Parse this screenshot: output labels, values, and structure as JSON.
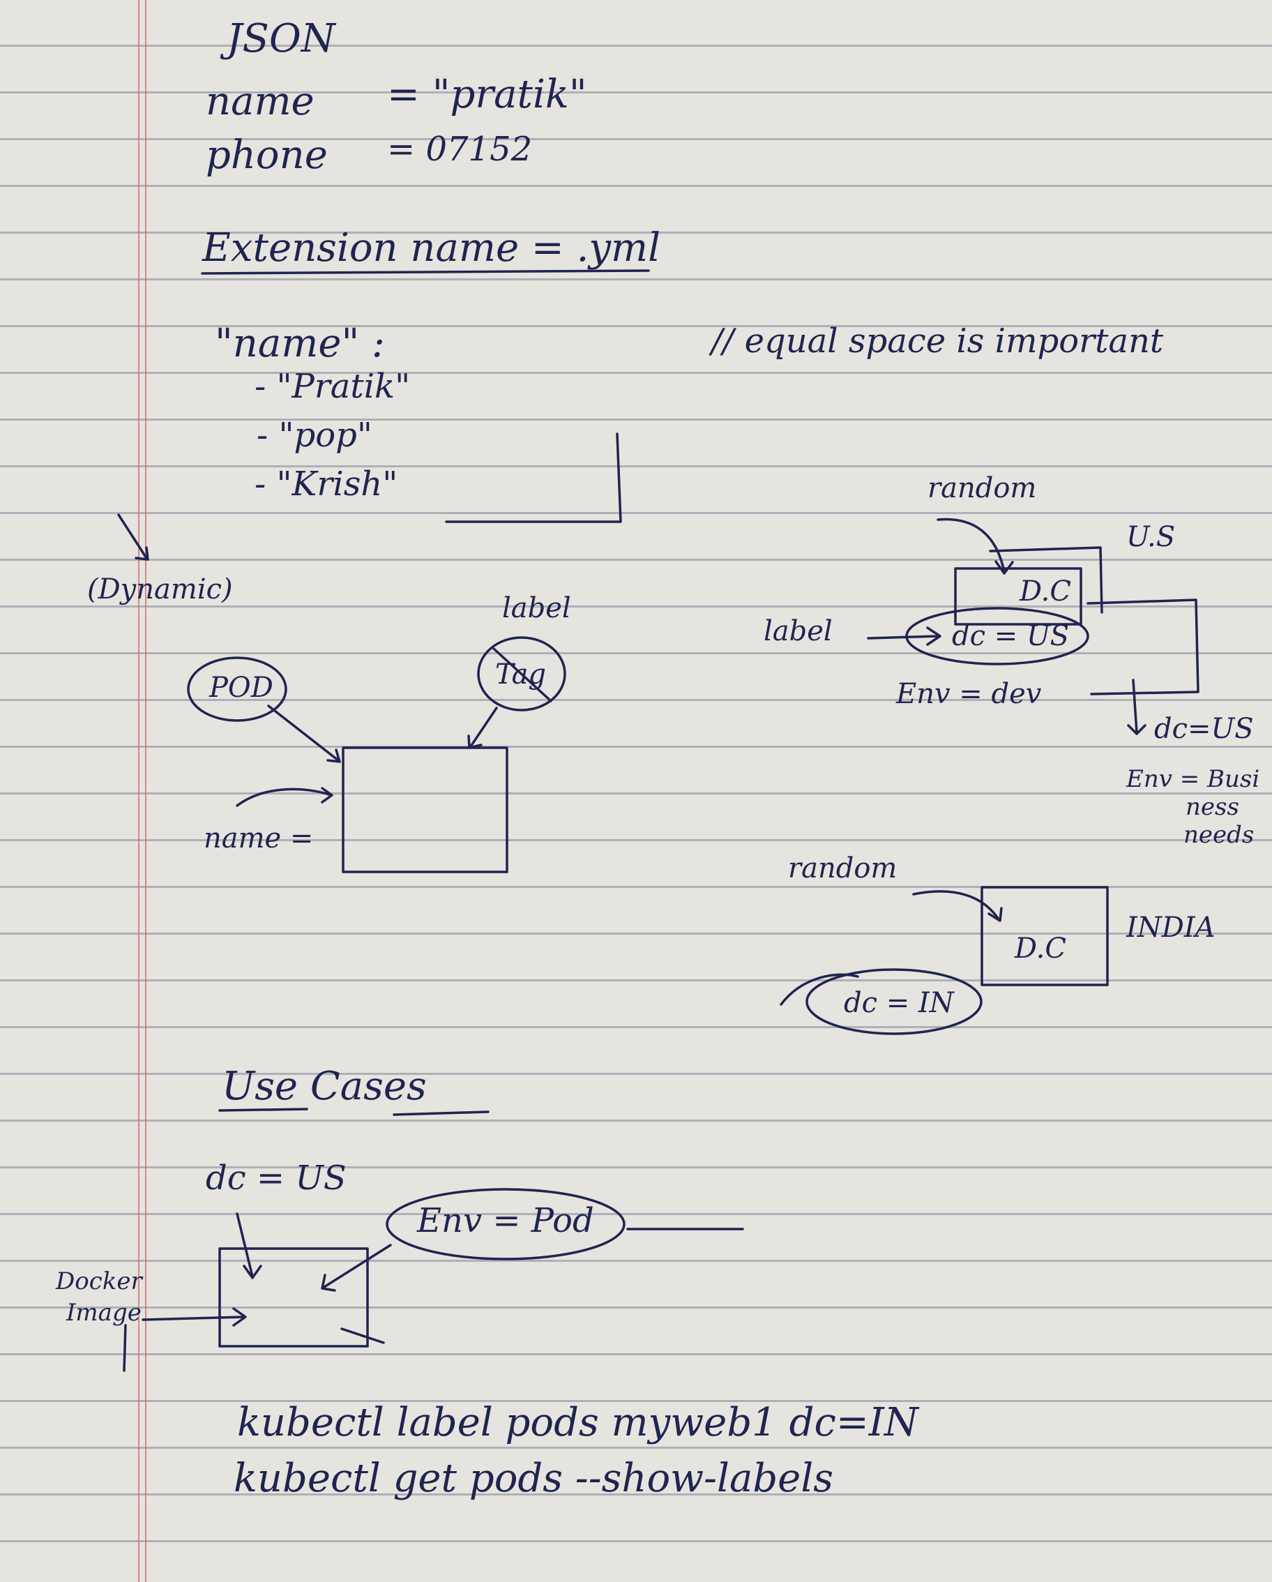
{
  "notes": {
    "title": "JSON",
    "json_name_key": "name",
    "json_name_value": "= \"pratik\"",
    "json_phone_key": "phone",
    "json_phone_value": "= 07152",
    "extension_line": "Extension name = .yml",
    "list_key": "\"name\" :",
    "list_item_1": "- \"Pratik\"",
    "list_item_2": "- \"pop\"",
    "list_item_3": "- \"Krish\"",
    "equal_space_note": "// equal space is important",
    "dynamic_label": "(Dynamic)",
    "label_word_top": "label",
    "pod_circle": "POD",
    "tag_circle": "Tag",
    "name_eq": "name =",
    "random_top": "random",
    "us_label": "U.S",
    "dc_box_us": "D.C",
    "label_arrow": "label",
    "dc_us_circle": "dc = US",
    "env_dev": "Env = dev",
    "dc_us_right": "dc=US",
    "env_business": "Env = Busi",
    "business_needs_1": "ness",
    "business_needs_2": "needs",
    "random_mid": "random",
    "dc_box_in": "D.C",
    "india_label": "INDIA",
    "dc_in_circle": "dc = IN",
    "use_cases": "Use Cases",
    "dc_us_bottom": "dc = US",
    "env_prod": "Env = Pod",
    "docker_1": "Docker",
    "docker_2": "Image",
    "cmd_1": "kubectl label pods myweb1 dc=IN",
    "cmd_2": "kubectl get pods --show-labels"
  }
}
